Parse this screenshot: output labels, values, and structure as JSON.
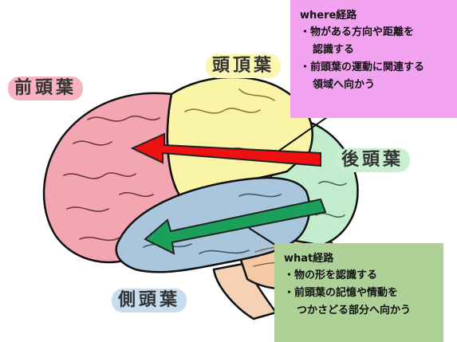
{
  "labels": {
    "frontal": "前頭葉",
    "parietal": "頭頂葉",
    "occipital": "後頭葉",
    "temporal": "側頭葉"
  },
  "where_box": {
    "title": "where経路",
    "lines": [
      "・物がある方向や距離を",
      "認識する",
      "・前頭葉の運動に関連する",
      "領域へ向かう"
    ]
  },
  "what_box": {
    "title": "what経路",
    "lines": [
      "・物の形を認識する",
      "・前頭葉の記憶や情動を",
      "つかさどる部分へ向かう"
    ]
  },
  "colors": {
    "frontal": "#f3a6b1",
    "parietal": "#f8f2a6",
    "occipital": "#bfeccb",
    "temporal": "#a9c6dd",
    "cerebellum": "#f5c9a6",
    "where_arrow": "#ee1111",
    "what_arrow": "#1aa05a",
    "where_box": "#f2a3f0",
    "what_box": "#aed198"
  }
}
